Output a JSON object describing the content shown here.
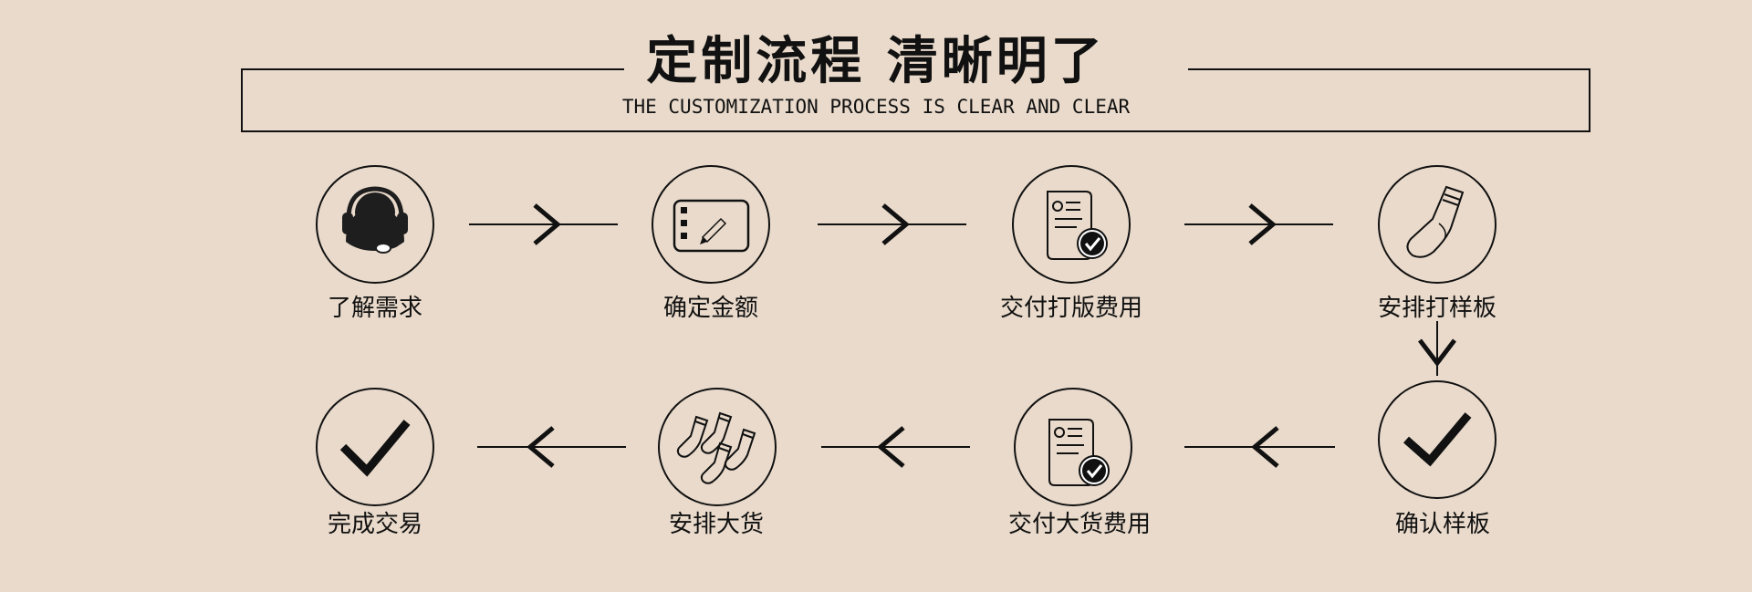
{
  "header": {
    "title": "定制流程 清晰明了",
    "subtitle": "THE CUSTOMIZATION PROCESS IS CLEAR AND CLEAR"
  },
  "steps": [
    {
      "label": "了解需求",
      "icon": "customer-service-icon"
    },
    {
      "label": "确定金额",
      "icon": "tablet-pen-icon"
    },
    {
      "label": "交付打版费用",
      "icon": "document-check-icon"
    },
    {
      "label": "安排打样板",
      "icon": "sock-icon"
    },
    {
      "label": "确认样板",
      "icon": "checkmark-icon"
    },
    {
      "label": "交付大货费用",
      "icon": "document-check-icon"
    },
    {
      "label": "安排大货",
      "icon": "socks-bulk-icon"
    },
    {
      "label": "完成交易",
      "icon": "checkmark-icon"
    }
  ],
  "colors": {
    "background": "#e9dacb",
    "ink": "#111111",
    "accent": "#ffffff"
  }
}
